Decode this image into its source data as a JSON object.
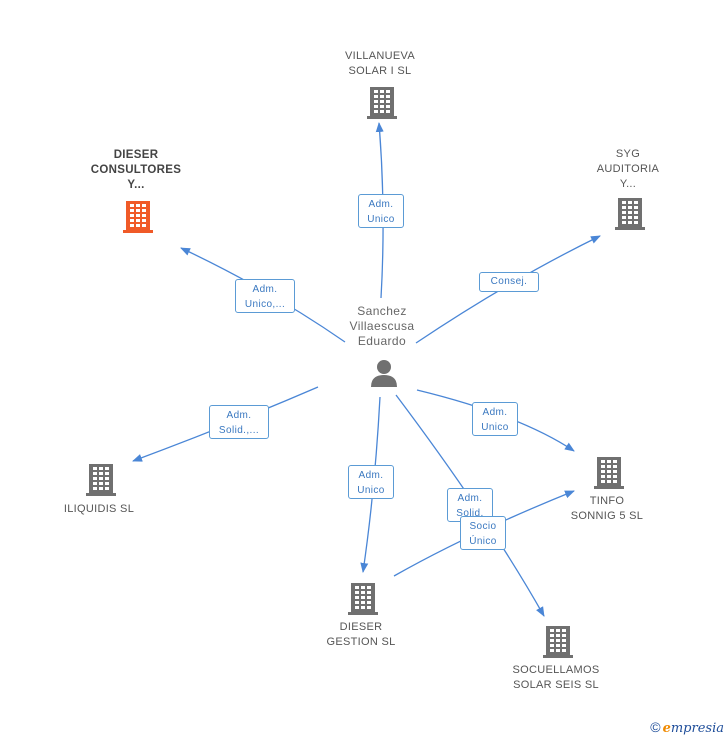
{
  "diagram": {
    "center": {
      "name": "Sanchez\nVillaescusa\nEduardo"
    },
    "companies": [
      {
        "id": "villanueva",
        "name": "VILLANUEVA\nSOLAR I SL",
        "highlight": false
      },
      {
        "id": "dieser_consultores",
        "name": "DIESER\nCONSULTORES\nY...",
        "highlight": true
      },
      {
        "id": "syg",
        "name": "SYG\nAUDITORIA\nY...",
        "highlight": false
      },
      {
        "id": "iliquidis",
        "name": "ILIQUIDIS SL",
        "highlight": false
      },
      {
        "id": "tinfo",
        "name": "TINFO\nSONNIG 5 SL",
        "highlight": false
      },
      {
        "id": "dieser_gestion",
        "name": "DIESER\nGESTION SL",
        "highlight": false
      },
      {
        "id": "socuellamos",
        "name": "SOCUELLAMOS\nSOLAR SEIS SL",
        "highlight": false
      }
    ],
    "relations": [
      {
        "from": "center",
        "to": "villanueva",
        "label": "Adm.\nUnico"
      },
      {
        "from": "center",
        "to": "dieser_consultores",
        "label": "Adm.\nUnico,..."
      },
      {
        "from": "center",
        "to": "syg",
        "label": "Consej."
      },
      {
        "from": "center",
        "to": "iliquidis",
        "label": "Adm.\nSolid.,..."
      },
      {
        "from": "center",
        "to": "tinfo",
        "label": "Adm.\nUnico"
      },
      {
        "from": "center",
        "to": "dieser_gestion",
        "label": "Adm.\nUnico"
      },
      {
        "from": "center",
        "to": "socuellamos",
        "label": "Adm.\nSolid."
      },
      {
        "from": "dieser_gestion",
        "to": "tinfo",
        "label": "Socio\nÚnico"
      }
    ],
    "colors": {
      "edge": "#4a86d6",
      "icon": "#707070",
      "highlight_icon": "#f05a28",
      "label_border": "#5b9bd5"
    }
  },
  "footer": {
    "copyright_symbol": "©",
    "brand_first": "e",
    "brand_rest": "mpresia"
  }
}
